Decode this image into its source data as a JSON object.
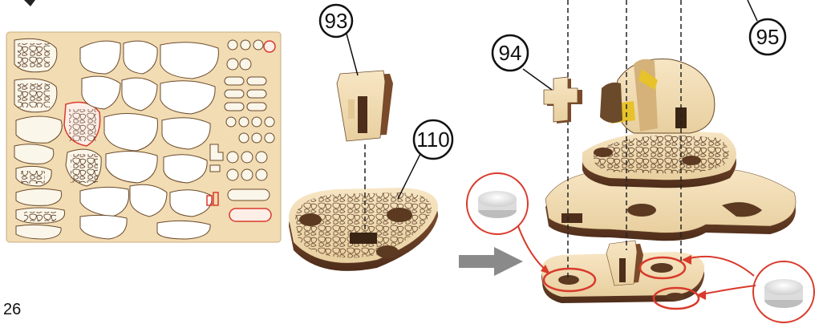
{
  "page": {
    "number": "26"
  },
  "callouts": [
    {
      "id": "part-93",
      "label": "93"
    },
    {
      "id": "part-94",
      "label": "94"
    },
    {
      "id": "part-95",
      "label": "95"
    },
    {
      "id": "part-110",
      "label": "110"
    }
  ],
  "colors": {
    "wood_light": "#f3dfb8",
    "wood_edge": "#7a4a2a",
    "highlight": "#d93a2b",
    "arrow_gray": "#8a8a8a",
    "sheet": "#f2dcb3"
  }
}
